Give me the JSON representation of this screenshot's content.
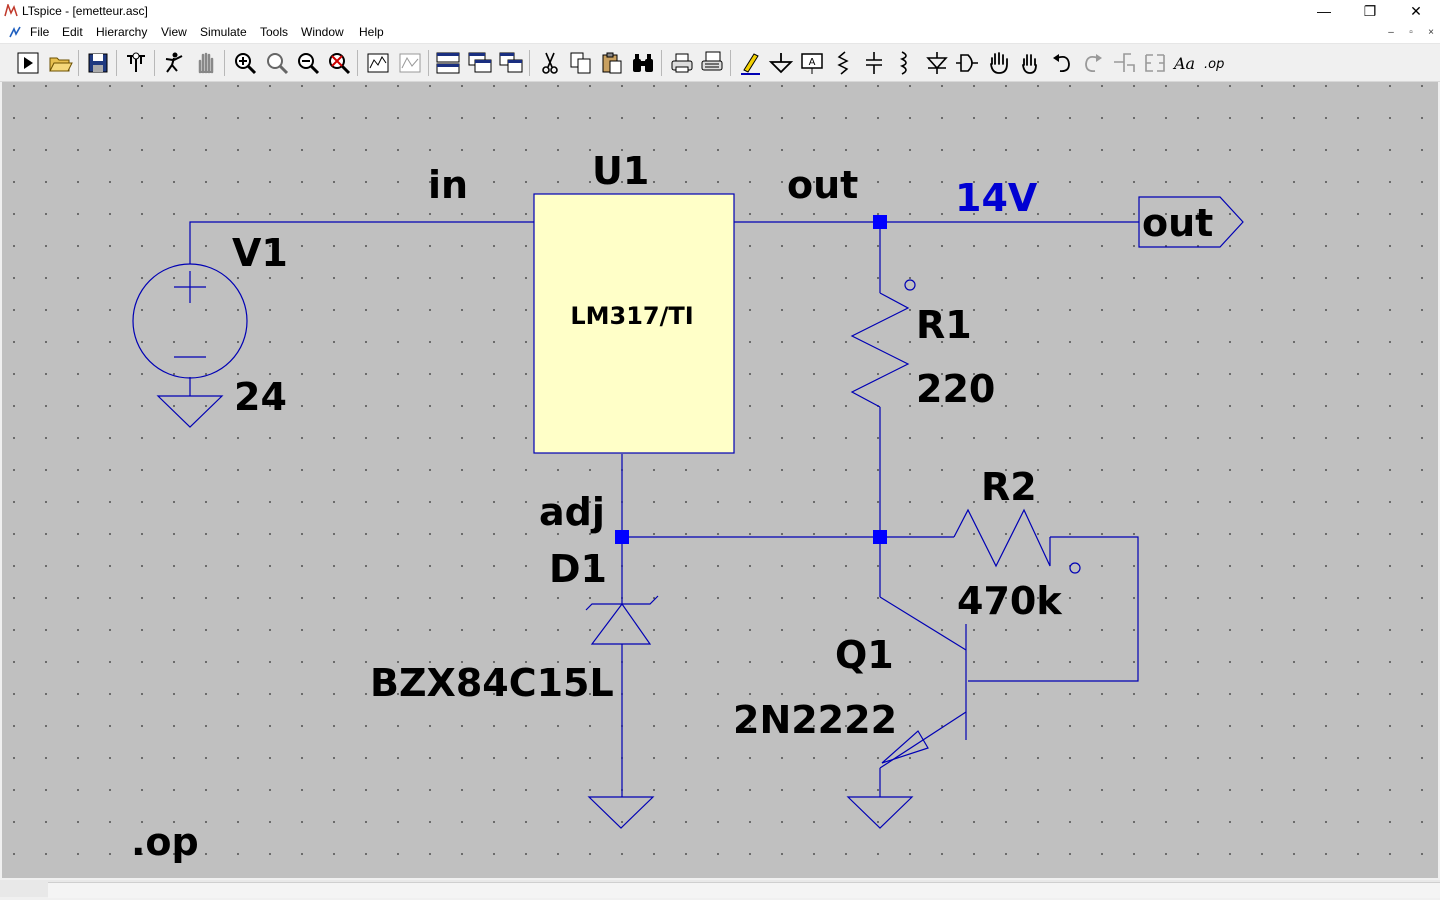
{
  "window": {
    "title": "LTspice - [emetteur.asc]",
    "minimize_glyph": "—",
    "maximize_glyph": "❐",
    "close_glyph": "✕"
  },
  "menu": {
    "items": [
      "File",
      "Edit",
      "Hierarchy",
      "View",
      "Simulate",
      "Tools",
      "Window",
      "Help"
    ]
  },
  "mdi_controls": {
    "minimize": "–",
    "restore": "▫",
    "close": "×"
  },
  "toolbar": {
    "icons": [
      "run-icon",
      "open-icon",
      "save-icon",
      "control-panel-icon",
      "halt-icon",
      "pan-hand-icon",
      "zoom-in-icon",
      "zoom-area-icon",
      "zoom-out-icon",
      "zoom-fit-icon",
      "autoscale-icon",
      "waveform-icon",
      "tile-horizontal-icon",
      "cascade-icon",
      "tile-vertical-icon",
      "cut-icon",
      "copy-icon",
      "paste-icon",
      "find-icon",
      "print-icon",
      "print-preview-icon",
      "draw-wire-icon",
      "ground-icon",
      "label-net-icon",
      "resistor-icon",
      "capacitor-icon",
      "inductor-icon",
      "diode-icon",
      "component-icon",
      "move-icon",
      "drag-icon",
      "undo-icon",
      "redo-icon",
      "rotate-icon",
      "mirror-icon",
      "text-icon",
      "spice-directive-icon"
    ],
    "text_tool_label": "Aa",
    "spice_directive_label": ".op"
  },
  "schematic": {
    "colors": {
      "wire": "#0000b4",
      "component_fill": "#ffffc8",
      "canvas": "#c0c0c0",
      "voltage_label": "#0000d2"
    },
    "labels": {
      "net_in": "in",
      "u1_name": "U1",
      "u1_value": "LM317/TI",
      "net_out": "out",
      "out_voltage": "14V",
      "out_port": "out",
      "v1_name": "V1",
      "v1_value": "24",
      "r1_name": "R1",
      "r1_value": "220",
      "r2_name": "R2",
      "r2_value": "470k",
      "net_adj": "adj",
      "d1_name": "D1",
      "d1_value": "BZX84C15L",
      "q1_name": "Q1",
      "q1_value": "2N2222",
      "directive": ".op"
    }
  }
}
